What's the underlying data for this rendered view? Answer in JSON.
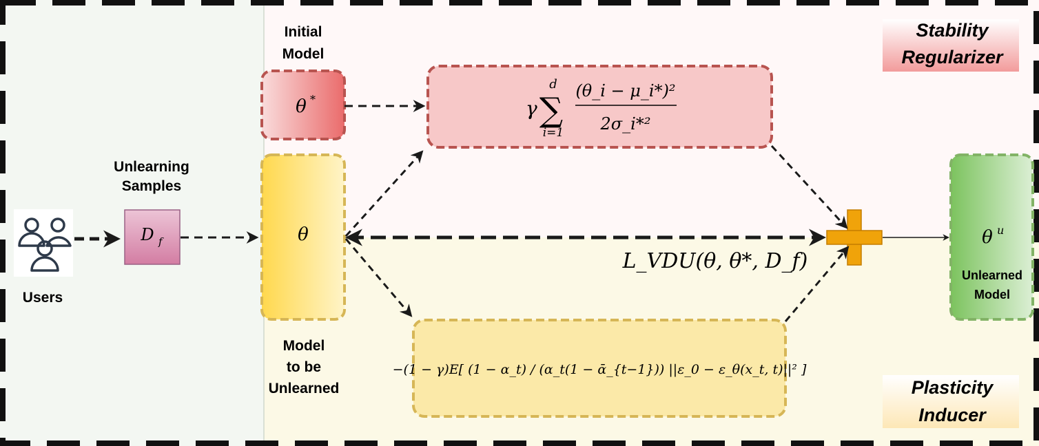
{
  "regions": {
    "stability_title": [
      "Stability",
      "Regularizer"
    ],
    "plasticity_title": [
      "Plasticity",
      "Inducer"
    ]
  },
  "nodes": {
    "users": {
      "label": "Users",
      "icon": "users-icon"
    },
    "unlearning_samples": {
      "title": [
        "Unlearning",
        "Samples"
      ],
      "symbol": "D",
      "subscript": "f"
    },
    "initial_model": {
      "title": [
        "Initial",
        "Model"
      ],
      "symbol": "θ",
      "superscript": "*"
    },
    "model_to_unlearn": {
      "title": [
        "Model",
        "to be",
        "Unlearned"
      ],
      "symbol": "θ"
    },
    "unlearned_model": {
      "symbol": "θ",
      "superscript": "u",
      "label": [
        "Unlearned",
        "Model"
      ]
    }
  },
  "formulas": {
    "stability": {
      "gamma": "γ",
      "sum_upper": "d",
      "sum_lower": "i=1",
      "numerator": "(θ_i − μ_i*)²",
      "denominator": "2σ_i*²"
    },
    "loss": "L_VDU(θ, θ*, D_f)",
    "plasticity": "−(1 − γ)E[ (1 − α_t) / (α_t(1 − ᾱ_{t−1})) ||ε_0 − ε_θ(x_t, t)||² ]"
  },
  "colors": {
    "left_panel": "#f3f7f2",
    "top_panel": "#fff8f8",
    "bottom_panel": "#fcf9e6",
    "red_box_fill": "#f7c8c8",
    "red_box_stroke": "#b85450",
    "yellow_box_fill": "#fbe9a8",
    "yellow_box_stroke": "#d6b656",
    "green_box_stroke": "#82b366",
    "plus": "#f0a30a",
    "samples_fill": "#d889a8",
    "samples_stroke": "#996185"
  }
}
